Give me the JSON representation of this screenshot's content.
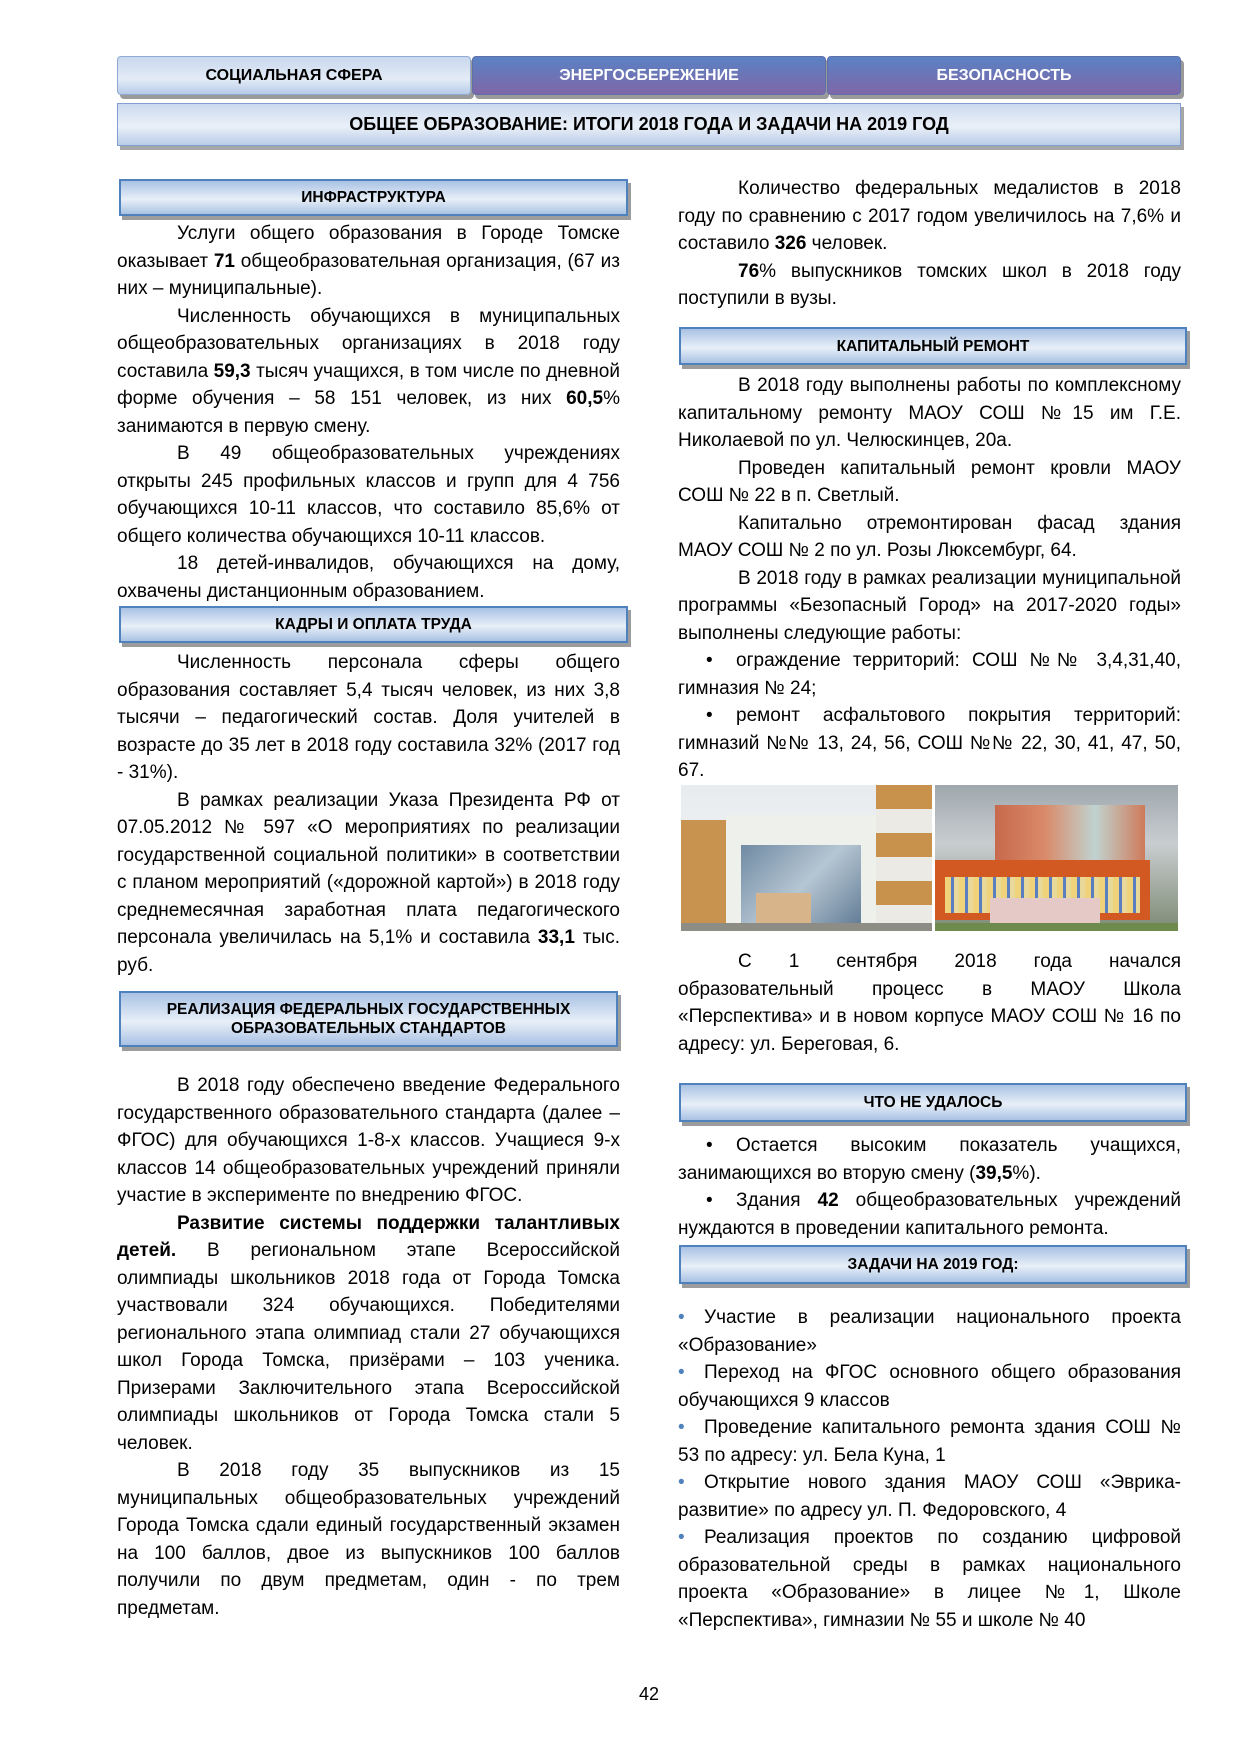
{
  "tabs": [
    {
      "label": "СОЦИАЛЬНАЯ СФЕРА",
      "active": true
    },
    {
      "label": "ЭНЕРГОСБЕРЕЖЕНИЕ",
      "active": false
    },
    {
      "label": "БЕЗОПАСНОСТЬ",
      "active": false
    }
  ],
  "page_title": "ОБЩЕЕ ОБРАЗОВАНИЕ: ИТОГИ 2018 ГОДА И ЗАДАЧИ НА 2019 ГОД",
  "colors": {
    "accent": "#4f81bd",
    "tab_inactive": "#6a74b5"
  },
  "sections": {
    "infra": {
      "title": "ИНФРАСТРУКТУРА",
      "paragraphs": [
        [
          {
            "t": "Услуги общего образования в Городе Томске оказывает "
          },
          {
            "t": "71",
            "b": true
          },
          {
            "t": " общеобразовательная организация, (67 из них – муниципальные)."
          }
        ],
        [
          {
            "t": "Численность обучающихся в муниципальных общеобразовательных организациях в 2018 году составила "
          },
          {
            "t": "59,3",
            "b": true
          },
          {
            "t": " тысяч учащихся, в том числе по дневной форме обучения – 58 151 человек, из них "
          },
          {
            "t": "60,5",
            "b": true
          },
          {
            "t": "% занимаются в первую смену."
          }
        ],
        [
          {
            "t": "В 49 общеобразовательных учреждениях открыты 245 профильных классов и групп для 4 756 обучающихся 10-11 классов, что составило 85,6% от общего количества обучающихся 10-11 классов."
          }
        ],
        [
          {
            "t": "18 детей-инвалидов, обучающихся на дому, охвачены дистанционным образованием."
          }
        ]
      ]
    },
    "staff": {
      "title": "КАДРЫ И ОПЛАТА ТРУДА",
      "paragraphs": [
        [
          {
            "t": "Численность персонала сферы общего образования составляет 5,4 тысяч человек, из них 3,8 тысячи – педагогический состав. Доля учителей в возрасте до 35 лет в 2018 году составила 32% (2017 год - 31%)."
          }
        ],
        [
          {
            "t": "В рамках реализации Указа Президента РФ от 07.05.2012 № 597 «О мероприятиях по реализации государственной социальной политики» в соответствии с планом мероприятий («дорожной картой») в 2018 году среднемесячная заработная плата педагогического персонала увеличилась на 5,1% и составила "
          },
          {
            "t": "33,1",
            "b": true
          },
          {
            "t": " тыс. руб."
          }
        ]
      ]
    },
    "fgos": {
      "title": "РЕАЛИЗАЦИЯ ФЕДЕРАЛЬНЫХ ГОСУДАРСТВЕННЫХ ОБРАЗОВАТЕЛЬНЫХ СТАНДАРТОВ",
      "paragraphs": [
        [
          {
            "t": "В 2018 году обеспечено введение Федерального государственного образовательного стандарта (далее – ФГОС) для обучающихся 1-8-х классов. Учащиеся 9-х классов 14 общеобразовательных учреждений приняли участие в эксперименте по внедрению ФГОС."
          }
        ],
        [
          {
            "t": "Развитие системы поддержки талантливых детей.",
            "b": true
          },
          {
            "t": " В региональном этапе Всероссийской олимпиады школьников 2018 года от Города Томска участвовали 324 обучающихся. Победителями регионального этапа олимпиад стали 27 обучающихся школ Города Томска, призёрами – 103 ученика. Призерами Заключительного этапа Всероссийской олимпиады школьников от Города Томска стали 5 человек."
          }
        ],
        [
          {
            "t": "В 2018 году 35 выпускников из 15 муниципальных общеобразовательных учреждений Города Томска сдали единый государственный экзамен на 100 баллов, двое из выпускников 100 баллов получили по двум предметам, один - по трем предметам."
          }
        ]
      ]
    },
    "medals": {
      "paragraphs": [
        [
          {
            "t": "Количество федеральных медалистов в 2018 году по сравнению с 2017 годом увеличилось на 7,6% и составило "
          },
          {
            "t": "326",
            "b": true
          },
          {
            "t": " человек."
          }
        ],
        [
          {
            "t": "76",
            "b": true
          },
          {
            "t": "% выпускников томских школ в 2018 году поступили в вузы."
          }
        ]
      ]
    },
    "repair": {
      "title": "КАПИТАЛЬНЫЙ РЕМОНТ",
      "paragraphs": [
        [
          {
            "t": "В 2018 году выполнены работы по комплексному капитальному ремонту МАОУ СОШ №15 им Г.Е. Николаевой по ул. Челюскинцев, 20а."
          }
        ],
        [
          {
            "t": "Проведен капитальный ремонт кровли МАОУ СОШ № 22 в п. Светлый."
          }
        ],
        [
          {
            "t": "Капитально отремонтирован фасад здания МАОУ СОШ № 2 по ул. Розы Люксембург, 64."
          }
        ],
        [
          {
            "t": "В 2018 году в рамках реализации муниципальной программы «Безопасный Город» на 2017-2020 годы» выполнены следующие работы:"
          }
        ]
      ],
      "bullets": [
        [
          {
            "t": "ограждение территорий: СОШ №№ 3,4,31,40, гимназия № 24;"
          }
        ],
        [
          {
            "t": "ремонт асфальтового покрытия территорий: гимназий №№ 13, 24, 56, СОШ №№ 22, 30, 41, 47, 50, 67."
          }
        ]
      ],
      "after_photos": [
        [
          {
            "t": "С 1 сентября 2018 года начался образовательный процесс в МАОУ Школа «Перспектива» и в новом корпусе МАОУ СОШ № 16 по адресу: ул. Береговая, 6."
          }
        ]
      ]
    },
    "failed": {
      "title": "ЧТО НЕ УДАЛОСЬ",
      "bullets": [
        [
          {
            "t": "Остается высоким показатель учащихся, занимающихся во вторую смену ("
          },
          {
            "t": "39,5",
            "b": true
          },
          {
            "t": "%)."
          }
        ],
        [
          {
            "t": "Здания "
          },
          {
            "t": "42",
            "b": true
          },
          {
            "t": " общеобразовательных учреждений нуждаются в проведении капитального ремонта."
          }
        ]
      ]
    },
    "tasks": {
      "title": "ЗАДАЧИ НА 2019 ГОД:",
      "bullets": [
        [
          {
            "t": "Участие в реализации национального проекта «Образование»"
          }
        ],
        [
          {
            "t": "Переход на ФГОС основного общего образования обучающихся 9 классов"
          }
        ],
        [
          {
            "t": "Проведение капитального ремонта здания СОШ № 53 по адресу: ул. Бела Куна, 1"
          }
        ],
        [
          {
            "t": "Открытие нового здания МАОУ СОШ «Эврика-развитие» по адресу ул. П. Федоровского, 4"
          }
        ],
        [
          {
            "t": "Реализация проектов по созданию цифровой образовательной среды в рамках национального проекта «Образование» в лицее №1, Школе «Перспектива», гимназии № 55 и школе № 40"
          }
        ]
      ]
    }
  },
  "page_number": "42"
}
